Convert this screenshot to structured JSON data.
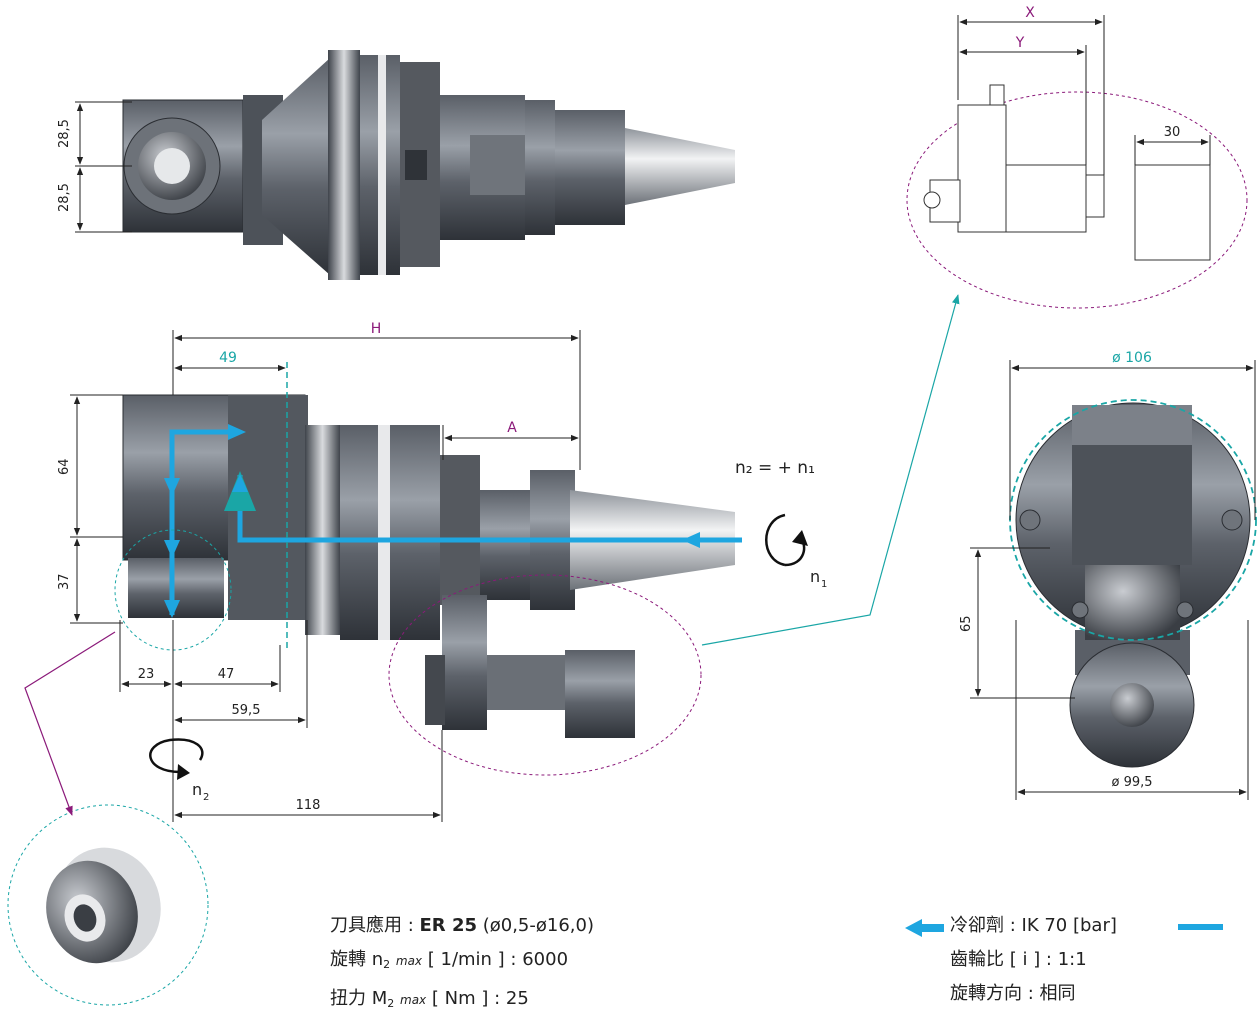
{
  "dimensions": {
    "top_28_5_a": "28,5",
    "top_28_5_b": "28,5",
    "H": "H",
    "d49": "49",
    "A": "A",
    "d64": "64",
    "d37": "37",
    "d23": "23",
    "d47": "47",
    "d59_5": "59,5",
    "d118": "118",
    "X": "X",
    "Y": "Y",
    "d30": "30",
    "dia106": "ø 106",
    "d65": "65",
    "dia99_5": "ø 99,5"
  },
  "speed_labels": {
    "n2": "n",
    "n2_sub": "2",
    "n1": "n",
    "n1_sub": "1",
    "relation": "n₂ = + n₁"
  },
  "specs_left": {
    "line1_prefix": "刀具應用 : ",
    "line1_bold": "ER 25",
    "line1_suffix": " (ø0,5-ø16,0)",
    "line2_prefix": "旋轉 n",
    "line2_sub": "2",
    "line2_max": "max",
    "line2_suffix": " [ 1/min ] : 6000",
    "line3_prefix": "扭力 M",
    "line3_sub": "2",
    "line3_max": "max",
    "line3_suffix": " [ Nm ] : 25"
  },
  "specs_right": {
    "line1": "冷卻劑 : IK 70 [bar]",
    "line2": "齒輪比 [ i ] : 1:1",
    "line3": "旋轉方向 : 相同"
  },
  "colors": {
    "coolant": "#1ea6e0",
    "dim_magenta": "#8b1a7a",
    "dim_cyan": "#1aa6a6",
    "metal_dark": "#4a4f57",
    "metal_mid": "#7a8089",
    "metal_light": "#c9ccd1"
  }
}
